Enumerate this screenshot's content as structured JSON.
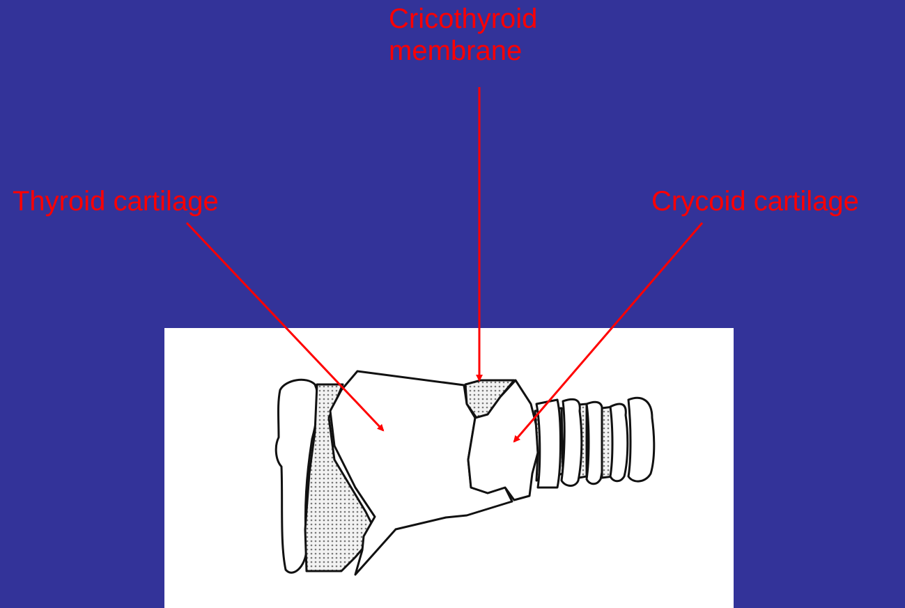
{
  "labels": {
    "cricothyroid_membrane": [
      "Cricothyroid",
      "membrane"
    ],
    "thyroid_cartilage": "Thyroid cartilage",
    "crycoid_cartilage": "Crycoid cartilage"
  },
  "colors": {
    "background": "#333399",
    "label": "#ff0000",
    "arrow": "#ff0000",
    "panel": "#ffffff",
    "outline": "#111111"
  }
}
